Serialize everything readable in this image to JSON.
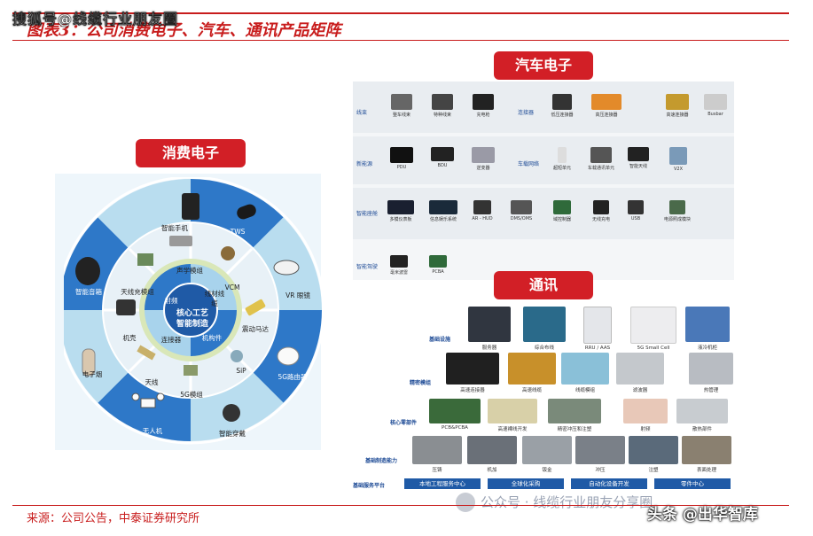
{
  "watermark_top": "搜狐号@线缆行业朋友圈",
  "title": "图表3：公司消费电子、汽车、通讯产品矩阵",
  "source": "来源：公司公告，中泰证券研究所",
  "consumer": {
    "badge": "消费电子",
    "center": "核心工艺\n智能制造",
    "outer": [
      "智能手机",
      "TWS",
      "VR 眼镜",
      "5G路由器",
      "智能穿戴",
      "无人机",
      "电子烟",
      "智能音箱"
    ],
    "middle": [
      "声学模组",
      "VCM",
      "震动马达",
      "SiP",
      "5G模组",
      "天线",
      "机壳",
      "天线充模组"
    ],
    "inner": [
      "射频",
      "线材线缆",
      "机构件",
      "连接器"
    ]
  },
  "auto": {
    "badge": "汽车电子",
    "rows": [
      {
        "label": "线束",
        "items": [
          "整车线束",
          "特种线束",
          "充电枪"
        ],
        "label2": "连接器",
        "items2": [
          "低压连接器",
          "高压连接器",
          "高速连接器",
          "Busbar"
        ]
      },
      {
        "label": "新能源",
        "items": [
          "PDU",
          "BDU",
          "逆变器"
        ],
        "label2": "车载网络",
        "items2": [
          "超短单元",
          "车载通讯单元",
          "智能天线",
          "V2X"
        ]
      },
      {
        "label": "智能座舱",
        "items": [
          "多模仪表板",
          "信息娱乐系统",
          "AR - HUD",
          "DMS/OMS"
        ],
        "label2": "",
        "items2": [
          "域控制器",
          "无线充电",
          "USB",
          "电源照成模块"
        ]
      },
      {
        "label": "智能驾驶",
        "items": [
          "毫米波雷",
          "PCBA"
        ],
        "label2": "",
        "items2": []
      }
    ]
  },
  "telecom": {
    "badge": "通讯",
    "rows": [
      {
        "label": "基础设施",
        "items": [
          "服务器",
          "综合布线",
          "RRU / AAS",
          "5G Small Cell",
          "液冷机柜"
        ]
      },
      {
        "label": "精密模组",
        "items": [
          "高速连接器",
          "高速线缆",
          "线缆模组",
          "滤波器",
          "热管理"
        ]
      },
      {
        "label": "核心零部件",
        "items": [
          "PCB&PCBA",
          "高速裸线开发",
          "精密冲压和注塑",
          "射频",
          "散热部件"
        ]
      },
      {
        "label": "基础制造能力",
        "items": [
          "压铸",
          "机加",
          "钣金",
          "冲压",
          "注塑",
          "表面处理"
        ]
      }
    ],
    "platform_label": "基础服务平台",
    "platform": [
      "本地工程服务中心",
      "全球化采购",
      "自动化设备开发",
      "零件中心"
    ]
  },
  "watermark_bottom": "公众号 · 线缆行业朋友分享圈",
  "watermark_head": "头条 @出华智库"
}
